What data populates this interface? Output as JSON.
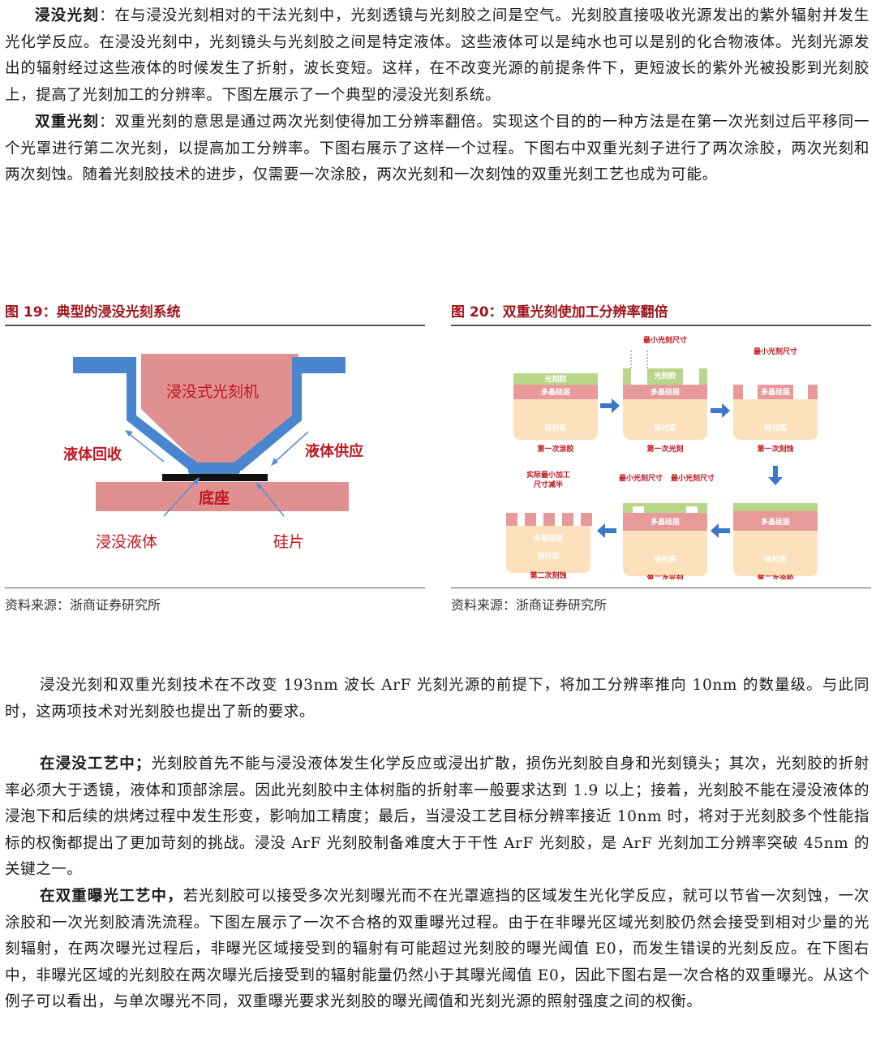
{
  "p1": {
    "lead": "浸没光刻",
    "text": "：在与浸没光刻相对的干法光刻中，光刻透镜与光刻胶之间是空气。光刻胶直接吸收光源发出的紫外辐射并发生光化学反应。在浸没光刻中，光刻镜头与光刻胶之间是特定液体。这些液体可以是纯水也可以是别的化合物液体。光刻光源发出的辐射经过这些液体的时候发生了折射，波长变短。这样，在不改变光源的前提条件下，更短波长的紫外光被投影到光刻胶上，提高了光刻加工的分辨率。下图左展示了一个典型的浸没光刻系统。"
  },
  "p2": {
    "lead": "双重光刻",
    "text": "：双重光刻的意思是通过两次光刻使得加工分辨率翻倍。实现这个目的的一种方法是在第一次光刻过后平移同一个光罩进行第二次光刻，以提高加工分辨率。下图右展示了这样一个过程。下图右中双重光刻子进行了两次涂胶，两次光刻和两次刻蚀。随着光刻胶技术的进步，仅需要一次涂胶，两次光刻和一次刻蚀的双重光刻工艺也成为可能。"
  },
  "fig19": {
    "title": "图 19：典型的浸没光刻系统",
    "machine": "浸没式光刻机",
    "recover": "液体回收",
    "supply": "液体供应",
    "base": "底座",
    "liquid": "浸没液体",
    "wafer": "硅片",
    "source": "资料来源：浙商证券研究所",
    "colors": {
      "machine": "#e09090",
      "pipe": "#4a86d0",
      "base": "#e09090",
      "label": "#c0161e"
    }
  },
  "fig20": {
    "title": "图 20：双重光刻使加工分辨率翻倍",
    "resist": "光刻胶",
    "poly": "多晶硅层",
    "sub": "硅衬底",
    "min_size": "最小光刻尺寸",
    "actual_line1": "实际最小加工",
    "actual_line2": "尺寸减半",
    "steps_top": [
      "第一次涂胶",
      "第一次光刻",
      "第一次刻蚀"
    ],
    "steps_bottom": [
      "第二次刻蚀",
      "第二次光刻",
      "第二次涂胶"
    ],
    "source": "资料来源：浙商证券研究所",
    "colors": {
      "resist": "#b8d68a",
      "poly": "#e89a9a",
      "sub": "#fde0bc",
      "arrow": "#3c78c8",
      "label": "#c0161e"
    }
  },
  "p3": {
    "text": "浸没光刻和双重光刻技术在不改变 193nm 波长 ArF 光刻光源的前提下，将加工分辨率推向 10nm 的数量级。与此同时，这两项技术对光刻胶也提出了新的要求。"
  },
  "p4": {
    "lead": "在浸没工艺中；",
    "text": "光刻胶首先不能与浸没液体发生化学反应或浸出扩散，损伤光刻胶自身和光刻镜头；其次，光刻胶的折射率必须大于透镜，液体和顶部涂层。因此光刻胶中主体树脂的折射率一般要求达到 1.9 以上；接着，光刻胶不能在浸没液体的浸泡下和后续的烘烤过程中发生形变，影响加工精度；最后，当浸没工艺目标分辨率接近 10nm 时，将对于光刻胶多个性能指标的权衡都提出了更加苛刻的挑战。浸没 ArF 光刻胶制备难度大于干性 ArF 光刻胶，是 ArF 光刻加工分辨率突破 45nm 的关键之一。"
  },
  "p5": {
    "lead": "在双重曝光工艺中，",
    "text": "若光刻胶可以接受多次光刻曝光而不在光罩遮挡的区域发生光化学反应，就可以节省一次刻蚀，一次涂胶和一次光刻胶清洗流程。下图左展示了一次不合格的双重曝光过程。由于在非曝光区域光刻胶仍然会接受到相对少量的光刻辐射，在两次曝光过程后，非曝光区域接受到的辐射有可能超过光刻胶的曝光阈值 E0，而发生错误的光刻反应。在下图右中，非曝光区域的光刻胶在两次曝光后接受到的辐射能量仍然小于其曝光阈值 E0，因此下图右是一次合格的双重曝光。从这个例子可以看出，与单次曝光不同，双重曝光要求光刻胶的曝光阈值和光刻光源的照射强度之间的权衡。"
  }
}
